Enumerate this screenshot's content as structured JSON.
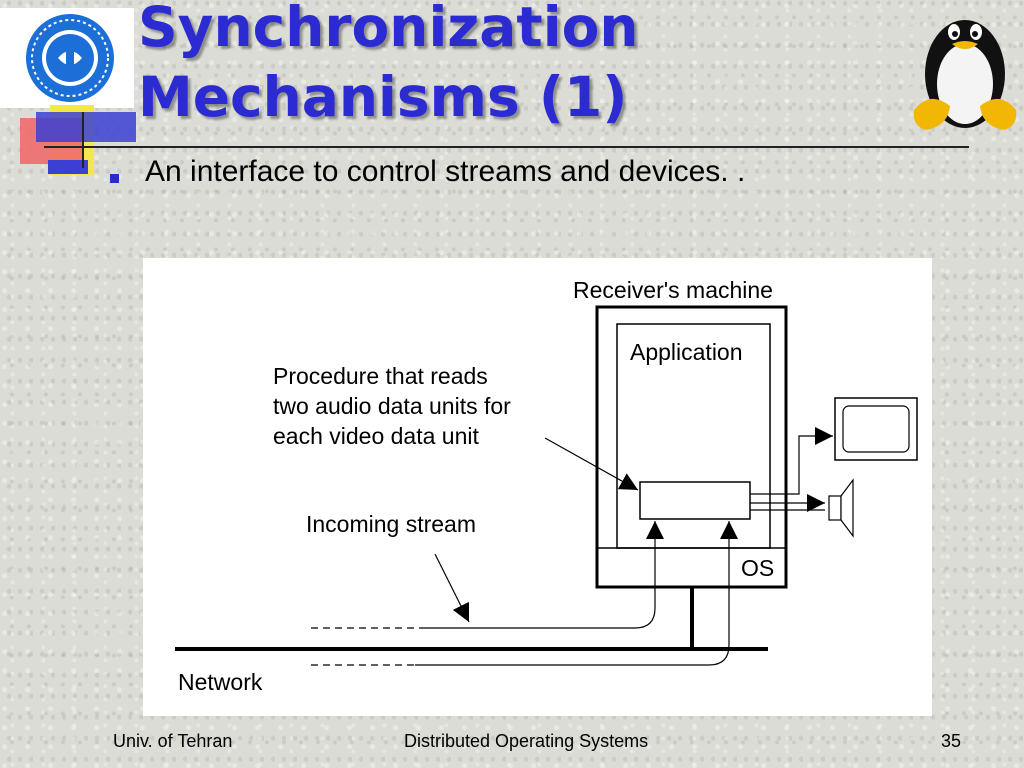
{
  "slide": {
    "title_line1": "Synchronization",
    "title_line2": "Mechanisms (1)",
    "bullet": "An interface to control streams and devices. ."
  },
  "diagram": {
    "receiver_label": "Receiver's machine",
    "application_label": "Application",
    "os_label": "OS",
    "procedure_line1": "Procedure that reads",
    "procedure_line2": "two audio data units for",
    "procedure_line3": "each video data unit",
    "incoming_label": "Incoming stream",
    "network_label": "Network"
  },
  "footer": {
    "left": "Univ. of Tehran",
    "center": "Distributed Operating Systems",
    "page_number": "35"
  },
  "colors": {
    "title": "#2b2bd1",
    "background": "#dcdcd6"
  },
  "icons": [
    "university-seal-icon",
    "tux-penguin-icon",
    "monitor-icon",
    "speaker-icon"
  ]
}
